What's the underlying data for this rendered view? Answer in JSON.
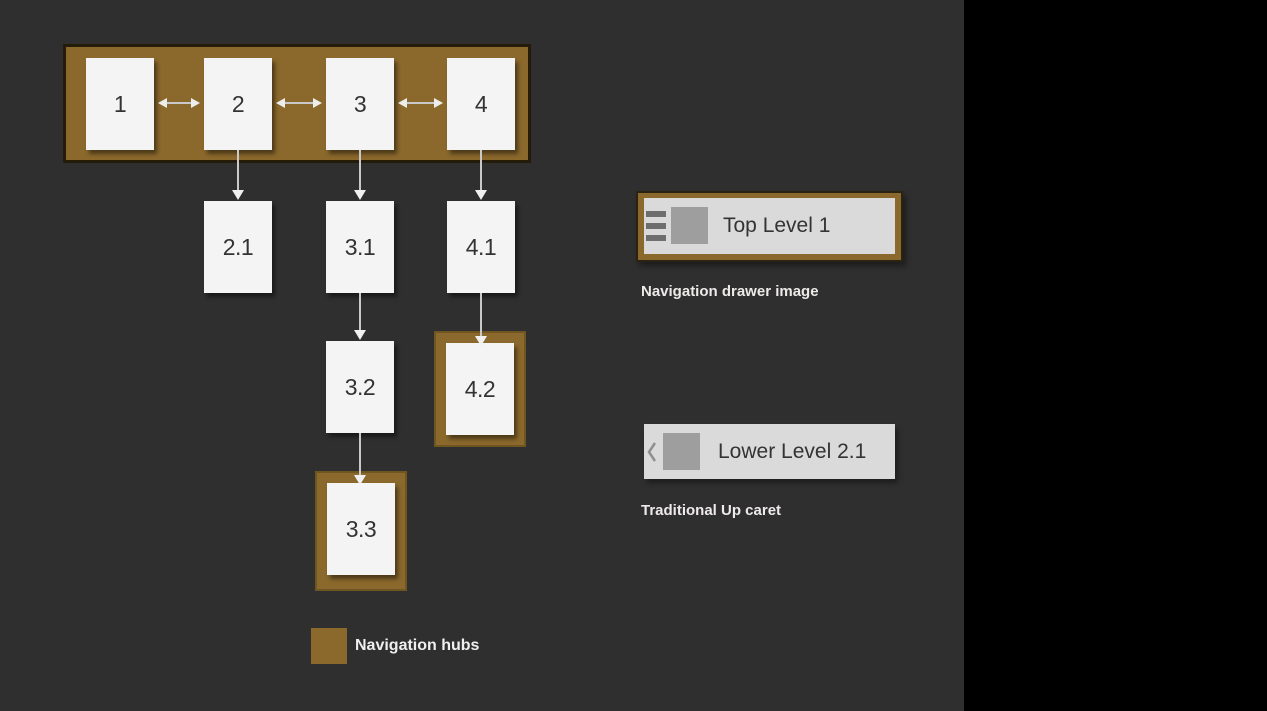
{
  "colors": {
    "background": "#2f2f2f",
    "side_panel": "#000000",
    "hub_brown": "#8b692c",
    "screen_white": "#f4f4f4",
    "bar_gray": "#dadada",
    "icon_gray": "#9e9e9e",
    "label_white": "#efefef"
  },
  "tree": {
    "hub_row": [
      "1",
      "2",
      "3",
      "4"
    ],
    "level_2": [
      "2.1",
      "3.1",
      "4.1"
    ],
    "level_3": [
      "3.2",
      "4.2"
    ],
    "level_4": [
      "3.3"
    ]
  },
  "legend": {
    "label": "Navigation hubs",
    "swatch_icon": "hub-brown-swatch"
  },
  "examples": {
    "drawer": {
      "title": "Top Level 1",
      "caption": "Navigation drawer image",
      "icon": "hamburger-menu-icon"
    },
    "up_caret": {
      "title": "Lower Level 2.1",
      "caption": "Traditional Up caret",
      "icon": "back-caret-icon"
    }
  }
}
